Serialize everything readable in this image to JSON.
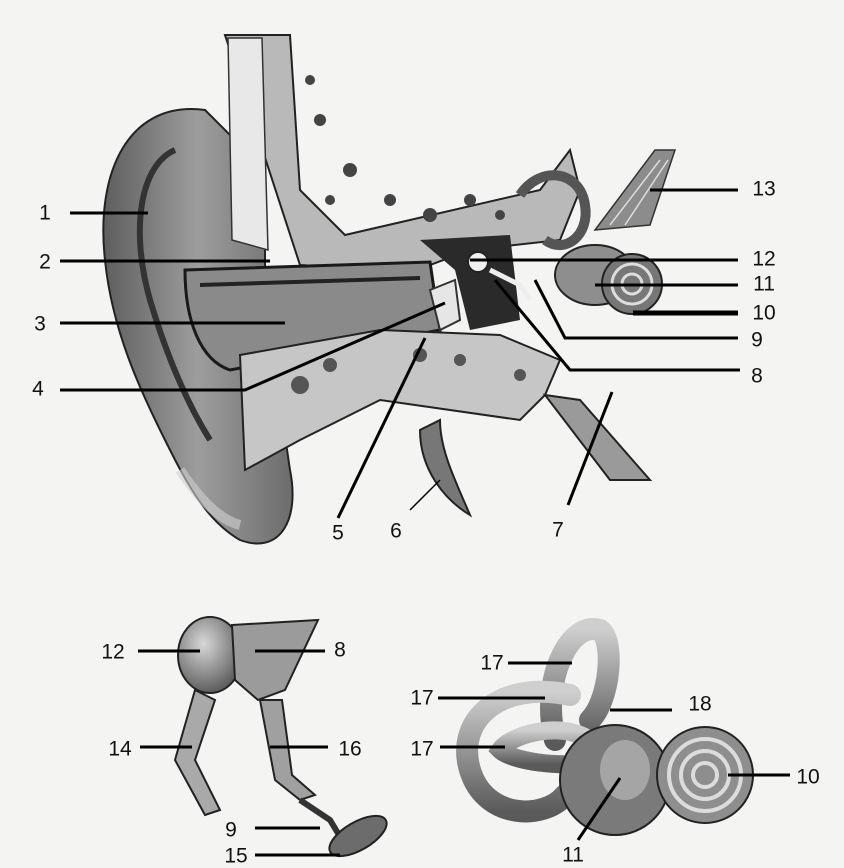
{
  "labels": {
    "l1": "1",
    "l2": "2",
    "l3": "3",
    "l4": "4",
    "l5": "5",
    "l6": "6",
    "l7": "7",
    "l8": "8",
    "l9": "9",
    "l10": "10",
    "l11": "11",
    "l12": "12",
    "l13": "13",
    "d12": "12",
    "d8": "8",
    "d14": "14",
    "d16": "16",
    "d9": "9",
    "d15": "15",
    "c17a": "17",
    "c17b": "17",
    "c17c": "17",
    "c18": "18",
    "c10": "10",
    "c11": "11"
  }
}
